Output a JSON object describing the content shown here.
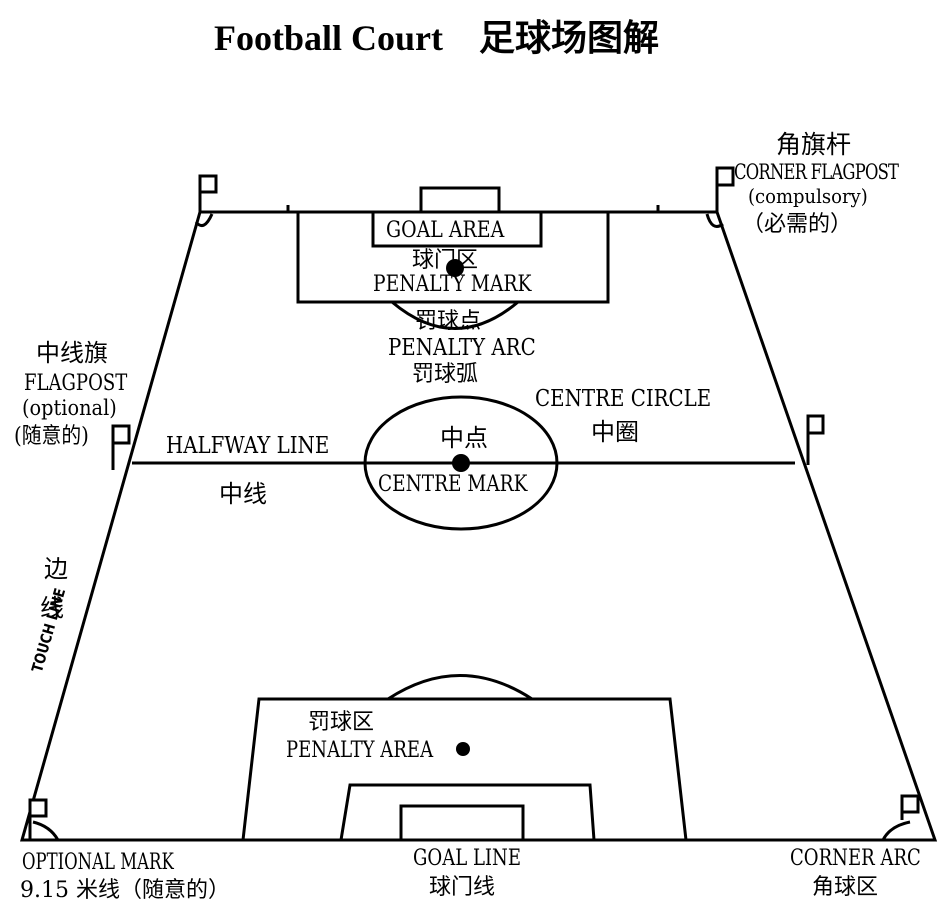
{
  "title": "Football Court　足球场图解",
  "labels": {
    "corner_flagpost_cn": "角旗杆",
    "corner_flagpost_en": "CORNER FLAGPOST",
    "corner_flagpost_note_en": "(compulsory)",
    "corner_flagpost_note_cn": "（必需的）",
    "goal_area_en": "GOAL AREA",
    "goal_area_cn": "球门区",
    "penalty_mark_en": "PENALTY MARK",
    "penalty_mark_cn": "罚球点",
    "penalty_arc_en": "PENALTY ARC",
    "penalty_arc_cn": "罚球弧",
    "halfway_flag_cn": "中线旗",
    "halfway_flag_en": "FLAGPOST",
    "halfway_flag_note_en": "(optional)",
    "halfway_flag_note_cn": "(随意的)",
    "halfway_line_en": "HALFWAY LINE",
    "halfway_line_cn": "中线",
    "centre_circle_en": "CENTRE CIRCLE",
    "centre_circle_cn": "中圈",
    "centre_mark_cn": "中点",
    "centre_mark_en": "CENTRE MARK",
    "touch_line_cn_1": "边",
    "touch_line_cn_2": "线",
    "touch_line_en": "TOUCH LINE",
    "penalty_area_cn": "罚球区",
    "penalty_area_en": "PENALTY AREA",
    "optional_mark_en": "OPTIONAL MARK",
    "optional_mark_cn": "9.15 米线（随意的）",
    "goal_line_en": "GOAL LINE",
    "goal_line_cn": "球门线",
    "corner_arc_en": "CORNER ARC",
    "corner_arc_cn": "角球区"
  }
}
